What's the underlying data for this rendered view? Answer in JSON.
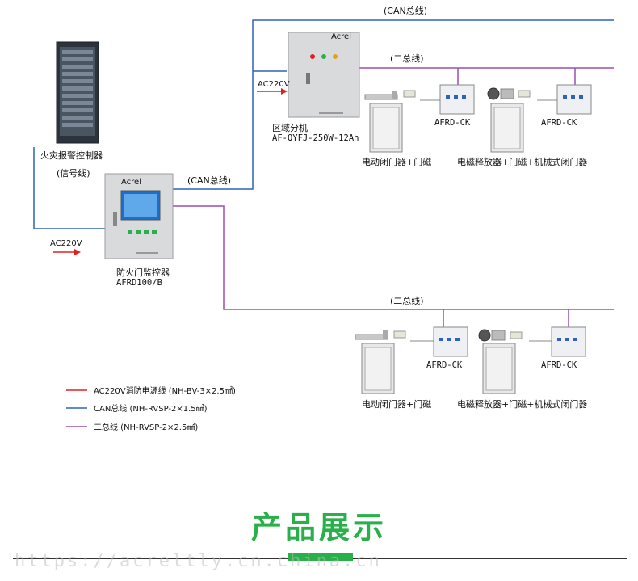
{
  "colors": {
    "power_line": "#e02020",
    "can_line": "#2f63b8",
    "two_bus_line": "#9b4fb0",
    "accent_green": "#2ab04a"
  },
  "labels": {
    "can_bus_top": "(CAN总线)",
    "two_bus_upper": "(二总线)",
    "ac220v_area": "AC220V",
    "area_unit_name": "区域分机",
    "area_unit_model": "AF-QYFJ-250W-12Ah",
    "fire_alarm_controller": "火灾报警控制器",
    "signal_line": "(信号线)",
    "can_bus_mid": "(CAN总线)",
    "ac220v_monitor": "AC220V",
    "monitor_name": "防火门监控器",
    "monitor_model": "AFRD100/B",
    "two_bus_lower": "(二总线)",
    "afrd_ck_1": "AFRD-CK",
    "afrd_ck_2": "AFRD-CK",
    "afrd_ck_3": "AFRD-CK",
    "afrd_ck_4": "AFRD-CK",
    "door_electric_1": "电动闭门器+门磁",
    "door_magnetic_1": "电磁释放器+门磁+机械式闭门器",
    "door_electric_2": "电动闭门器+门磁",
    "door_magnetic_2": "电磁释放器+门磁+机械式闭门器",
    "brand_mark_1": "Acrel",
    "brand_mark_2": "Acrel"
  },
  "legend": [
    {
      "text": "AC220V消防电源线 (NH-BV-3×2.5㎟)",
      "color": "#e02020"
    },
    {
      "text": "CAN总线 (NH-RVSP-2×1.5㎟)",
      "color": "#2f63b8"
    },
    {
      "text": "二总线 (NH-RVSP-2×2.5㎟)",
      "color": "#9b4fb0"
    }
  ],
  "footer": {
    "title": "产品展示",
    "watermark": "https://acreltly.cn.china.cn"
  },
  "icons": {
    "cabinet": "fire-alarm-cabinet-icon",
    "area_box": "area-unit-box-icon",
    "monitor": "door-monitor-icon",
    "door": "fire-door-icon",
    "module": "afrd-ck-module-icon",
    "closer": "door-closer-icon",
    "magnet": "door-magnet-icon",
    "release": "electromagnetic-release-icon"
  }
}
